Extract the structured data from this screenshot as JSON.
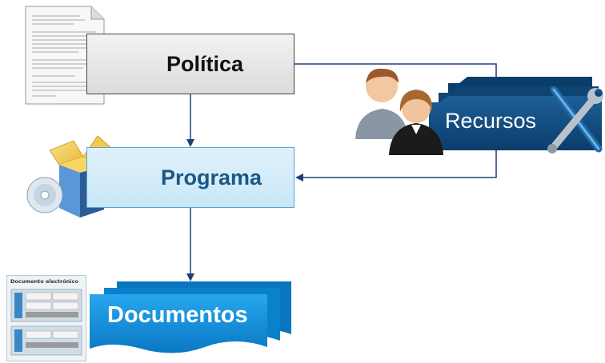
{
  "diagram": {
    "nodes": {
      "politica": "Política",
      "programa": "Programa",
      "recursos": "Recursos",
      "documentos": "Documentos"
    },
    "thumbnail": {
      "title": "Documento electrónico"
    },
    "colors": {
      "politica_fill": "#e6e6e6",
      "programa_fill": "#d3ecfa",
      "programa_text": "#1a5784",
      "recursos_fill": "#0e4a7d",
      "documentos_fill": "#0d89d6",
      "arrow": "#1f3f7a"
    },
    "edges": [
      {
        "from": "politica",
        "to": "programa"
      },
      {
        "from": "politica",
        "to": "recursos"
      },
      {
        "from": "recursos",
        "to": "programa"
      },
      {
        "from": "programa",
        "to": "documentos"
      }
    ],
    "icons": [
      "document-page-icon",
      "software-box-icon",
      "users-icon",
      "tools-icon"
    ]
  }
}
